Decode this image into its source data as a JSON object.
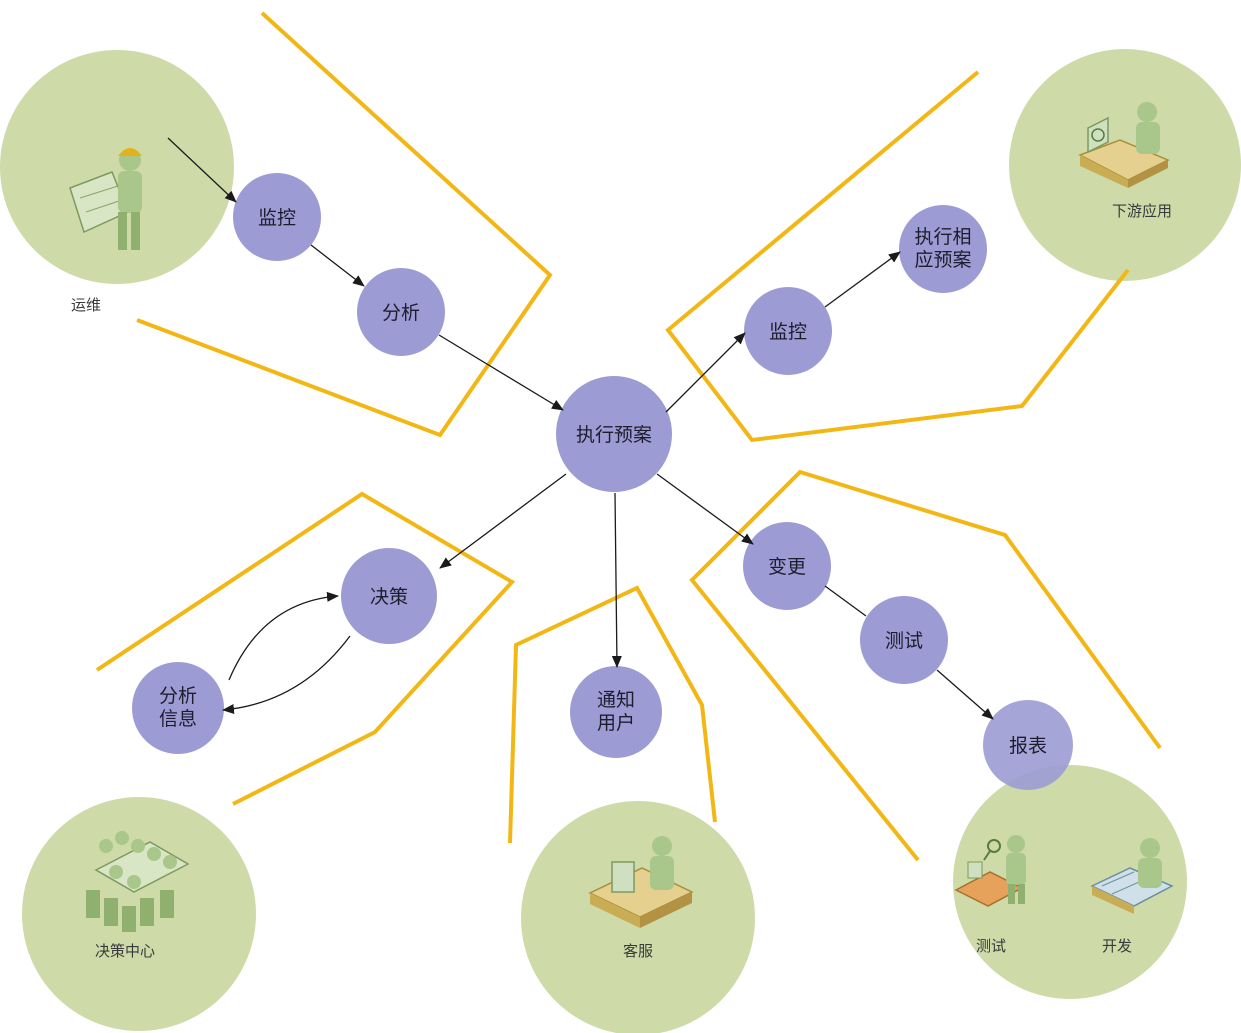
{
  "nodes": {
    "center": [
      "执行预案"
    ],
    "ops_monitor": [
      "监控"
    ],
    "ops_analyze": [
      "分析"
    ],
    "downstream_monitor": [
      "监控"
    ],
    "downstream_execute": [
      "执行相",
      "应预案"
    ],
    "decision": [
      "决策"
    ],
    "analysis_info": [
      "分析",
      "信息"
    ],
    "notify": [
      "通知",
      "用户"
    ],
    "change": [
      "变更"
    ],
    "test": [
      "测试"
    ],
    "report": [
      "报表"
    ]
  },
  "roles": {
    "ops": "运维",
    "downstream": "下游应用",
    "decision_center": "决策中心",
    "customer_service": "客服",
    "test": "测试",
    "develop": "开发"
  },
  "colors": {
    "role_circle": "#cedba9",
    "process_circle": "#9c9bd3",
    "zone_line": "#f2b714",
    "arrow": "#1a1a1a"
  }
}
